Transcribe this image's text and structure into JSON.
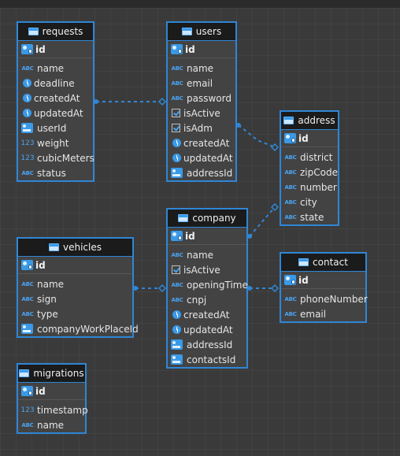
{
  "tables": [
    {
      "key": "requests",
      "name": "requests",
      "pk": "id",
      "columns": [
        {
          "name": "name",
          "type": "text"
        },
        {
          "name": "deadline",
          "type": "datetime"
        },
        {
          "name": "createdAt",
          "type": "datetime"
        },
        {
          "name": "updatedAt",
          "type": "datetime"
        },
        {
          "name": "userId",
          "type": "fk"
        },
        {
          "name": "weight",
          "type": "number"
        },
        {
          "name": "cubicMeters",
          "type": "number"
        },
        {
          "name": "status",
          "type": "text"
        }
      ]
    },
    {
      "key": "users",
      "name": "users",
      "pk": "id",
      "columns": [
        {
          "name": "name",
          "type": "text"
        },
        {
          "name": "email",
          "type": "text"
        },
        {
          "name": "password",
          "type": "text"
        },
        {
          "name": "isActive",
          "type": "bool"
        },
        {
          "name": "isAdm",
          "type": "bool"
        },
        {
          "name": "createdAt",
          "type": "datetime"
        },
        {
          "name": "updatedAt",
          "type": "datetime"
        },
        {
          "name": "addressId",
          "type": "fk"
        }
      ]
    },
    {
      "key": "address",
      "name": "address",
      "pk": "id",
      "columns": [
        {
          "name": "district",
          "type": "text"
        },
        {
          "name": "zipCode",
          "type": "text"
        },
        {
          "name": "number",
          "type": "text"
        },
        {
          "name": "city",
          "type": "text"
        },
        {
          "name": "state",
          "type": "text"
        }
      ]
    },
    {
      "key": "company",
      "name": "company",
      "pk": "id",
      "columns": [
        {
          "name": "name",
          "type": "text"
        },
        {
          "name": "isActive",
          "type": "bool"
        },
        {
          "name": "openingTime",
          "type": "text"
        },
        {
          "name": "cnpj",
          "type": "text"
        },
        {
          "name": "createdAt",
          "type": "datetime"
        },
        {
          "name": "updatedAt",
          "type": "datetime"
        },
        {
          "name": "addressId",
          "type": "fk"
        },
        {
          "name": "contactsId",
          "type": "fk"
        }
      ]
    },
    {
      "key": "vehicles",
      "name": "vehicles",
      "pk": "id",
      "columns": [
        {
          "name": "name",
          "type": "text"
        },
        {
          "name": "sign",
          "type": "text"
        },
        {
          "name": "type",
          "type": "text"
        },
        {
          "name": "companyWorkPlaceId",
          "type": "fk"
        }
      ]
    },
    {
      "key": "contact",
      "name": "contact",
      "pk": "id",
      "columns": [
        {
          "name": "phoneNumber",
          "type": "text"
        },
        {
          "name": "email",
          "type": "text"
        }
      ]
    },
    {
      "key": "migrations",
      "name": "migrations",
      "pk": "id",
      "columns": [
        {
          "name": "timestamp",
          "type": "number"
        },
        {
          "name": "name",
          "type": "text"
        }
      ]
    }
  ],
  "icons": {
    "text": "ABC",
    "number": "123",
    "datetime": "clock-icon",
    "bool": "checkbox-icon",
    "fk": "foreign-key-icon",
    "pk": "primary-key-icon"
  },
  "colors": {
    "accent": "#2f86d6",
    "header": "#1b1b1b",
    "body": "#434343",
    "canvas": "#3a3a3a"
  }
}
